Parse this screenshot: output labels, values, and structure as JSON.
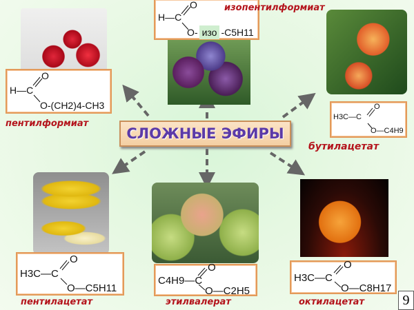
{
  "title": "СЛОЖНЫЕ ЭФИРЫ",
  "page_number": "9",
  "arrow_color": "#666666",
  "label_color": "#b4141c",
  "esters": [
    {
      "name": "пентилформиат",
      "fruit": "cherry-image",
      "left": "H—C",
      "top_o": "O",
      "bottom": "O-(CH2)4-CH3"
    },
    {
      "name": "изопентилформиат",
      "fruit": "plum-image",
      "left": "H—C",
      "top_o": "O",
      "bottom_pre": "O-",
      "iso": "изо",
      "bottom_post": "-C5H11"
    },
    {
      "name": "бутилацетат",
      "fruit": "peach-image",
      "left": "H3C—C",
      "top_o": "O",
      "bottom": "O—C4H9"
    },
    {
      "name": "пентилацетат",
      "fruit": "banana-image",
      "left": "H3C—C",
      "top_o": "O",
      "bottom": "O—C5H11"
    },
    {
      "name": "этилвалерат",
      "fruit": "apple-image",
      "left": "C4H9—C",
      "top_o": "O",
      "bottom": "O—C2H5"
    },
    {
      "name": "октилацетат",
      "fruit": "orange-image",
      "left": "H3C—C",
      "top_o": "O",
      "bottom": "O—C8H17"
    }
  ]
}
